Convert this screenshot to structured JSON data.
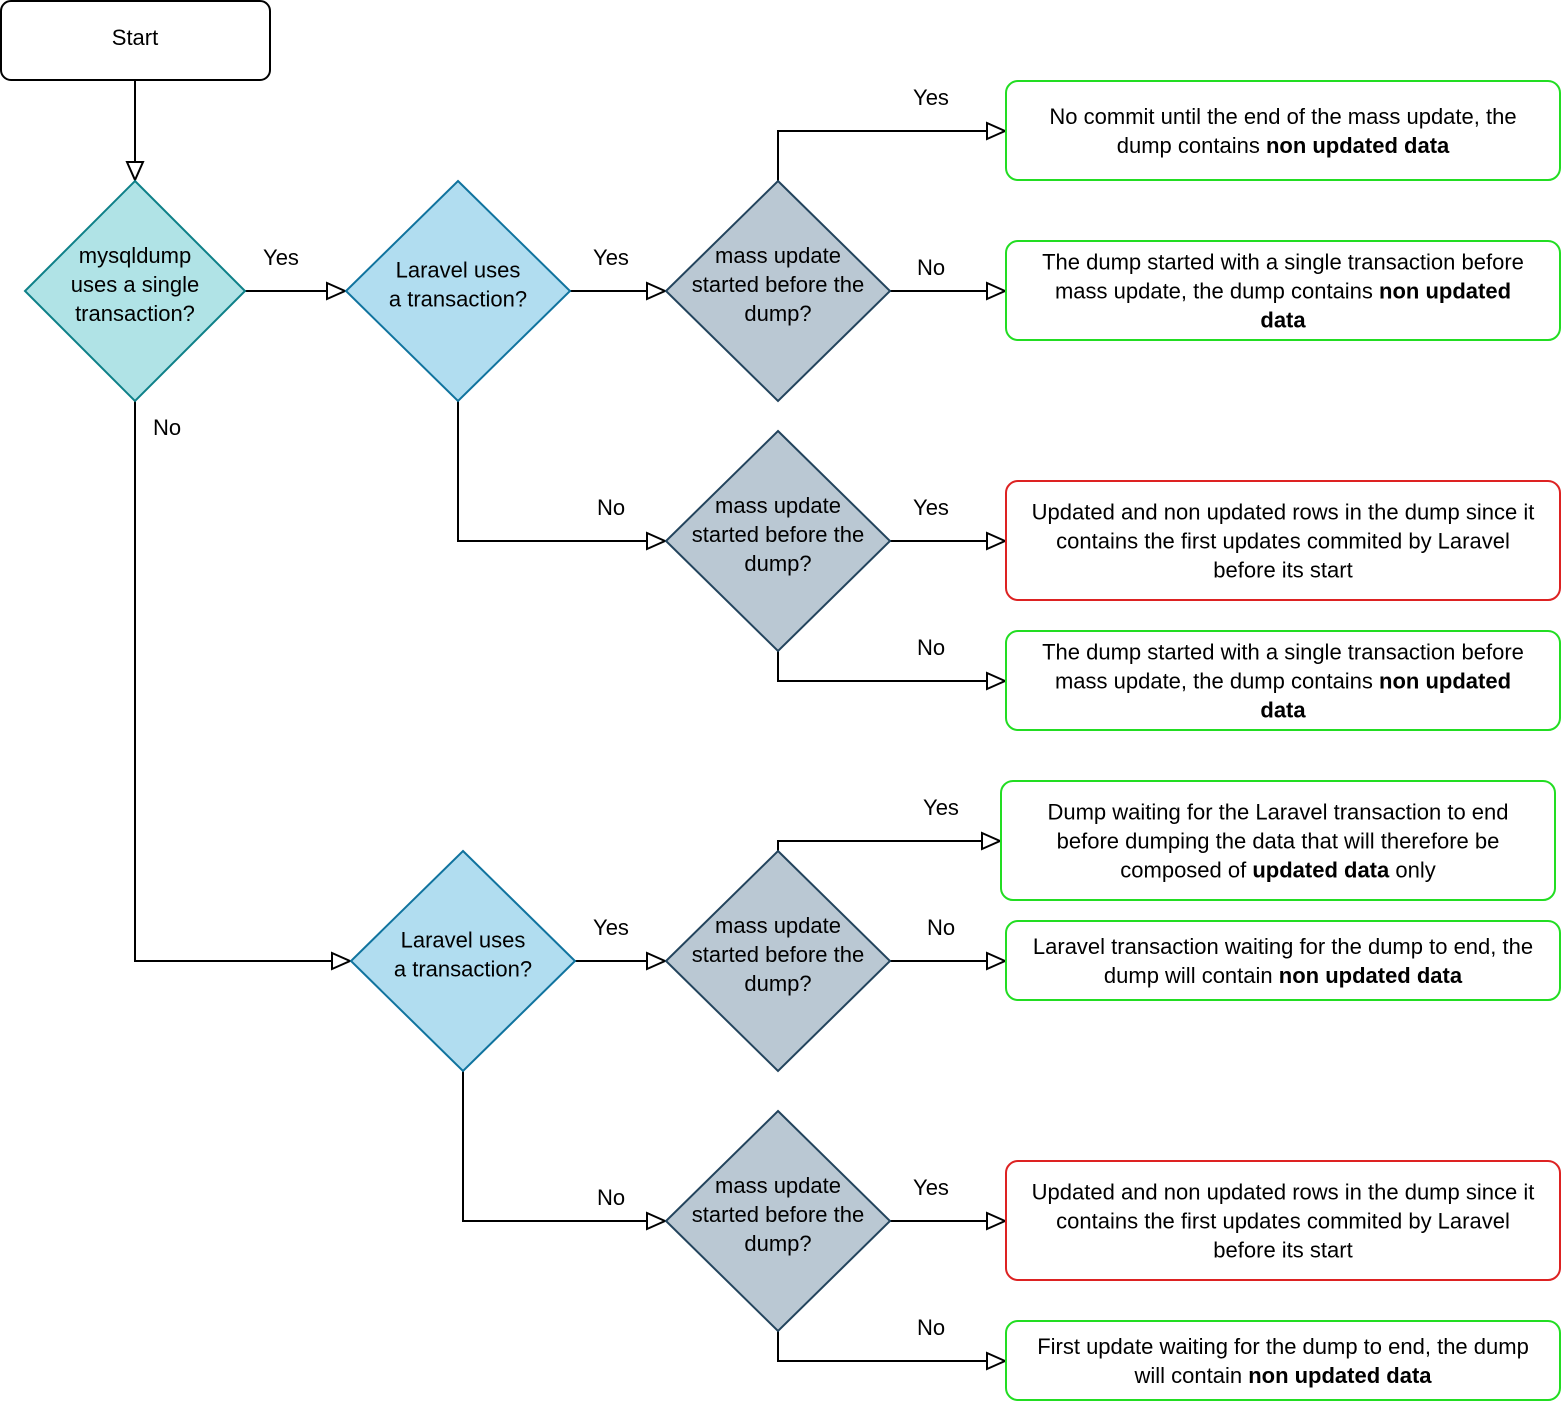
{
  "colors": {
    "start_border": "#000000",
    "q1_fill": "#b0e3e6",
    "q1_stroke": "#0e8088",
    "laravel_fill": "#b1ddf0",
    "laravel_stroke": "#10739e",
    "mass_fill": "#bac8d3",
    "mass_stroke": "#23445d",
    "good_border": "#22dd22",
    "bad_border": "#dd2222"
  },
  "start": {
    "label": "Start"
  },
  "q1": {
    "lines": [
      "mysqldump",
      "uses a single",
      "transaction?"
    ]
  },
  "laravel_a": {
    "lines": [
      "Laravel uses",
      "a transaction?"
    ]
  },
  "laravel_b": {
    "lines": [
      "Laravel uses",
      "a transaction?"
    ]
  },
  "mass_questions": [
    {
      "lines": [
        "mass update",
        "started before the",
        "dump?"
      ]
    },
    {
      "lines": [
        "mass update",
        "started before the",
        "dump?"
      ]
    },
    {
      "lines": [
        "mass update",
        "started before the",
        "dump?"
      ]
    },
    {
      "lines": [
        "mass update",
        "started before the",
        "dump?"
      ]
    }
  ],
  "edge_labels": {
    "q1_yes": "Yes",
    "q1_no": "No",
    "la_yes": "Yes",
    "la_no": "No",
    "m1_yes": "Yes",
    "m1_no": "No",
    "m2_yes": "Yes",
    "m2_no": "No",
    "lb_yes": "Yes",
    "lb_no": "No",
    "m3_yes": "Yes",
    "m3_no": "No",
    "m4_yes": "Yes",
    "m4_no": "No"
  },
  "outcomes": [
    {
      "status": "good",
      "lines": [
        [
          [
            "No commit until the end of the mass update, the",
            false
          ]
        ],
        [
          [
            "dump contains ",
            false
          ],
          [
            "non updated data",
            true
          ]
        ]
      ]
    },
    {
      "status": "good",
      "lines": [
        [
          [
            "The dump started with a single transaction before",
            false
          ]
        ],
        [
          [
            "mass update, the dump contains ",
            false
          ],
          [
            "non updated",
            true
          ]
        ],
        [
          [
            "data",
            true
          ]
        ]
      ]
    },
    {
      "status": "bad",
      "lines": [
        [
          [
            "Updated and non updated rows in the dump since it",
            false
          ]
        ],
        [
          [
            "contains the first updates commited by Laravel",
            false
          ]
        ],
        [
          [
            "before its start",
            false
          ]
        ]
      ]
    },
    {
      "status": "good",
      "lines": [
        [
          [
            "The dump started with a single transaction before",
            false
          ]
        ],
        [
          [
            "mass update, the dump contains ",
            false
          ],
          [
            "non updated",
            true
          ]
        ],
        [
          [
            "data",
            true
          ]
        ]
      ]
    },
    {
      "status": "good",
      "lines": [
        [
          [
            "Dump waiting for the Laravel transaction to end",
            false
          ]
        ],
        [
          [
            "before dumping the data that will therefore be",
            false
          ]
        ],
        [
          [
            "composed of ",
            false
          ],
          [
            "updated data",
            true
          ],
          [
            " only",
            false
          ]
        ]
      ]
    },
    {
      "status": "good",
      "lines": [
        [
          [
            "Laravel transaction waiting for the dump to end, the",
            false
          ]
        ],
        [
          [
            "dump will contain ",
            false
          ],
          [
            "non updated data",
            true
          ]
        ]
      ]
    },
    {
      "status": "bad",
      "lines": [
        [
          [
            "Updated and non updated rows in the dump since it",
            false
          ]
        ],
        [
          [
            "contains the first updates commited by Laravel",
            false
          ]
        ],
        [
          [
            "before its start",
            false
          ]
        ]
      ]
    },
    {
      "status": "good",
      "lines": [
        [
          [
            "First update waiting for the dump to end, the dump",
            false
          ]
        ],
        [
          [
            "will contain ",
            false
          ],
          [
            "non updated data",
            true
          ]
        ]
      ]
    }
  ]
}
